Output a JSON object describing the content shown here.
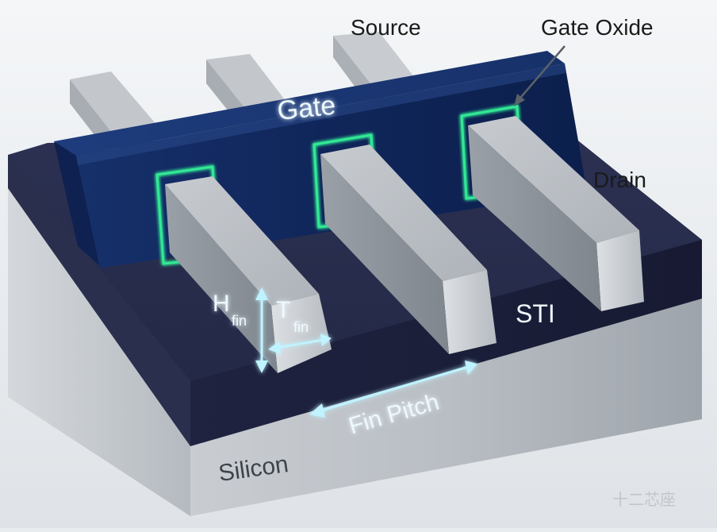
{
  "labels": {
    "source": "Source",
    "gate_oxide": "Gate Oxide",
    "gate": "Gate",
    "drain": "Drain",
    "sti": "STI",
    "silicon": "Silicon",
    "fin_pitch": "Fin Pitch",
    "h_fin_main": "H",
    "h_fin_sub": "fin",
    "t_fin_main": "T",
    "t_fin_sub": "fin",
    "watermark": "十二芯座"
  },
  "colors": {
    "background": "#e9ecef",
    "silicon": "#aeb3b9",
    "sti": "#262b48",
    "gate": "#11275a",
    "fin": "#b9bec4",
    "oxide_glow": "#2ee08a",
    "dimension_glow": "#bff3ff"
  }
}
